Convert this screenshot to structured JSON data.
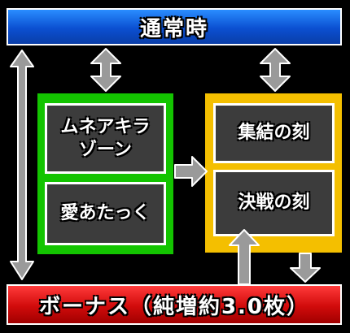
{
  "top": {
    "label": "通常時"
  },
  "bottom": {
    "label": "ボーナス（純増約3.0枚）"
  },
  "left_group": {
    "items": [
      {
        "label": "ムネアキラ\nゾーン"
      },
      {
        "label": "愛あたっく"
      }
    ]
  },
  "right_group": {
    "items": [
      {
        "label": "集結の刻"
      },
      {
        "label": "決戦の刻"
      }
    ]
  },
  "colors": {
    "top_bar": "#1565e0",
    "bottom_bar": "#d80f0f",
    "left_group": "#13c400",
    "right_group": "#f4bf00",
    "box": "#3c3c3c",
    "arrow": "#9a9a9a"
  }
}
